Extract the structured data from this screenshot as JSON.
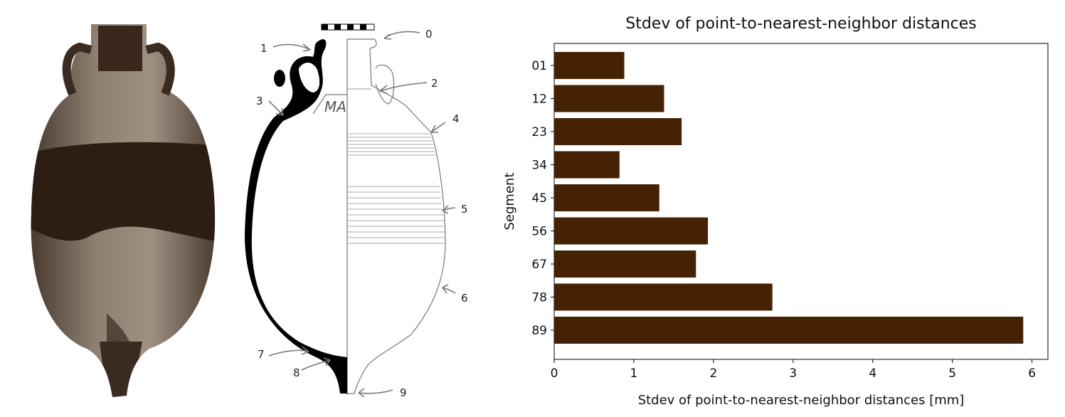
{
  "drawing": {
    "labels": [
      "0",
      "1",
      "2",
      "3",
      "4",
      "5",
      "6",
      "7",
      "8",
      "9"
    ],
    "inscription": "MA"
  },
  "chart_data": {
    "type": "bar",
    "orientation": "horizontal",
    "title": "Stdev of point-to-nearest-neighbor distances",
    "xlabel": "Stdev of point-to-nearest-neighbor distances [mm]",
    "ylabel": "Segment",
    "categories": [
      "01",
      "12",
      "23",
      "34",
      "45",
      "56",
      "67",
      "78",
      "89"
    ],
    "values": [
      0.88,
      1.38,
      1.6,
      0.82,
      1.32,
      1.93,
      1.78,
      2.74,
      5.89
    ],
    "xlim": [
      0,
      6.2
    ],
    "xticks": [
      "0",
      "1",
      "2",
      "3",
      "4",
      "5",
      "6"
    ],
    "bar_color": "#462204",
    "grid": false,
    "legend": "none"
  }
}
